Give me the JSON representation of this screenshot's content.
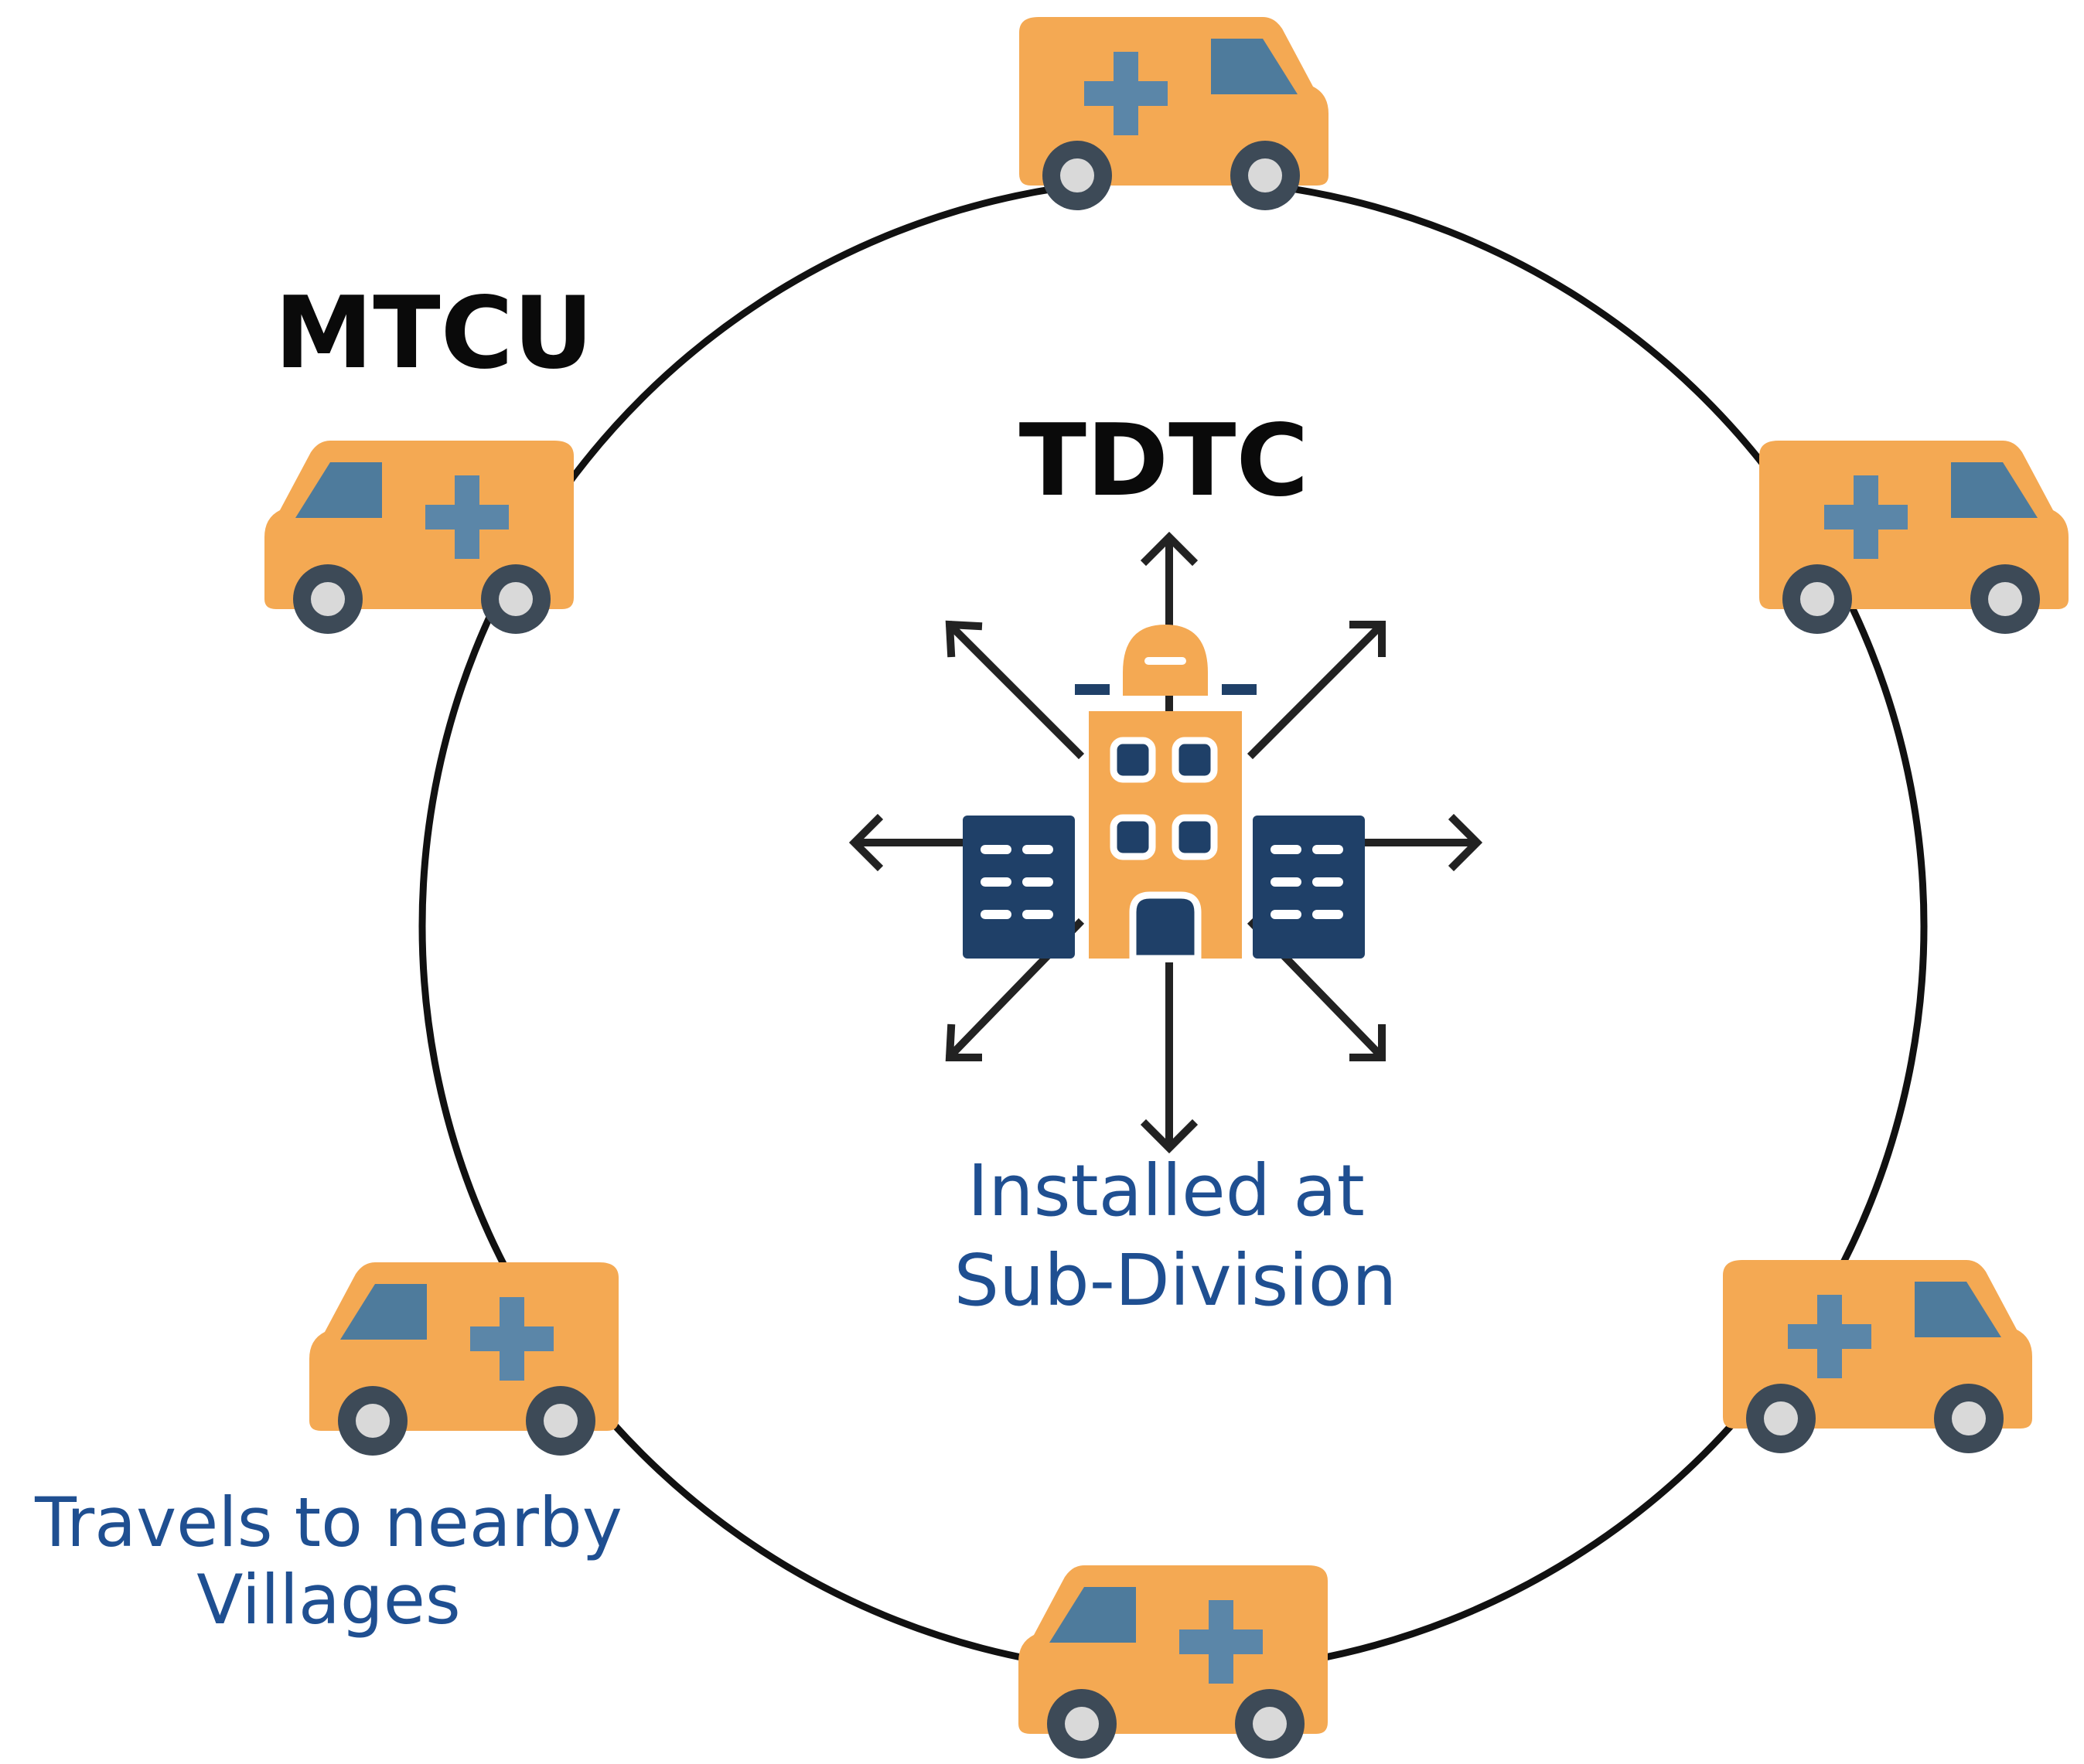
{
  "labels": {
    "mtcu": "MTCU",
    "tdtc": "TDTC",
    "installed_line1": "Installed at",
    "installed_line2": "Sub-Division",
    "travels_line1": "Travels to nearby",
    "travels_line2": "Villages"
  },
  "icons": {
    "van": "ambulance-van-icon",
    "center": "hospital-building-icon"
  },
  "colors": {
    "van_body": "#f4a953",
    "van_window": "#4e7b9c",
    "van_cross": "#5b86a8",
    "wheel_outer": "#3d4a57",
    "wheel_inner": "#d9d9d9",
    "hospital_main": "#f4a953",
    "hospital_side": "#1f4068",
    "circle": "#111111",
    "arrow": "#222222",
    "text_dark": "#0a0a0a",
    "text_blue": "#1f4f91"
  }
}
